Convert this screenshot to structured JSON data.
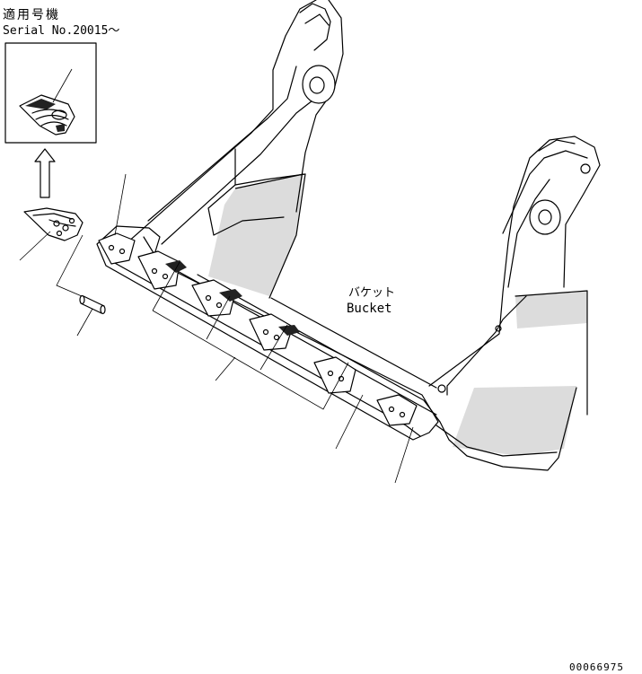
{
  "applicability": {
    "heading": "適用号機",
    "serial": "Serial No.20015〜"
  },
  "part_label": {
    "jp": "バケット",
    "en": "Bucket"
  },
  "drawing_number": "00066975",
  "icons": {
    "inset_arrow": "arrow-up-icon",
    "tooth": "bucket-tooth-icon",
    "pin": "retaining-pin-icon"
  }
}
